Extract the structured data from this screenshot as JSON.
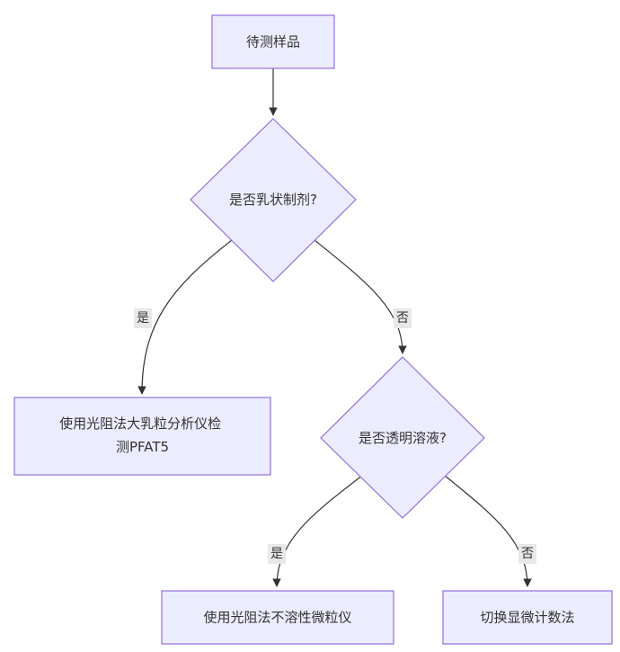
{
  "flowchart": {
    "nodes": {
      "start": "待测样品",
      "q_emulsion": "是否乳状制剂?",
      "apply_pfat5": [
        "使用光阻法大乳粒分析仪检",
        "测PFAT5"
      ],
      "q_clear": "是否透明溶液?",
      "apply_particle": "使用光阻法不溶性微粒仪",
      "apply_microscope": "切换显微计数法"
    },
    "edge_labels": {
      "emulsion_yes": "是",
      "emulsion_no": "否",
      "clear_yes": "是",
      "clear_no": "否"
    }
  },
  "colors": {
    "node_fill": "#ECECFF",
    "node_stroke": "#9370DB",
    "edge": "#333333",
    "label_bg": "#e8e8e8",
    "text": "#333333"
  }
}
